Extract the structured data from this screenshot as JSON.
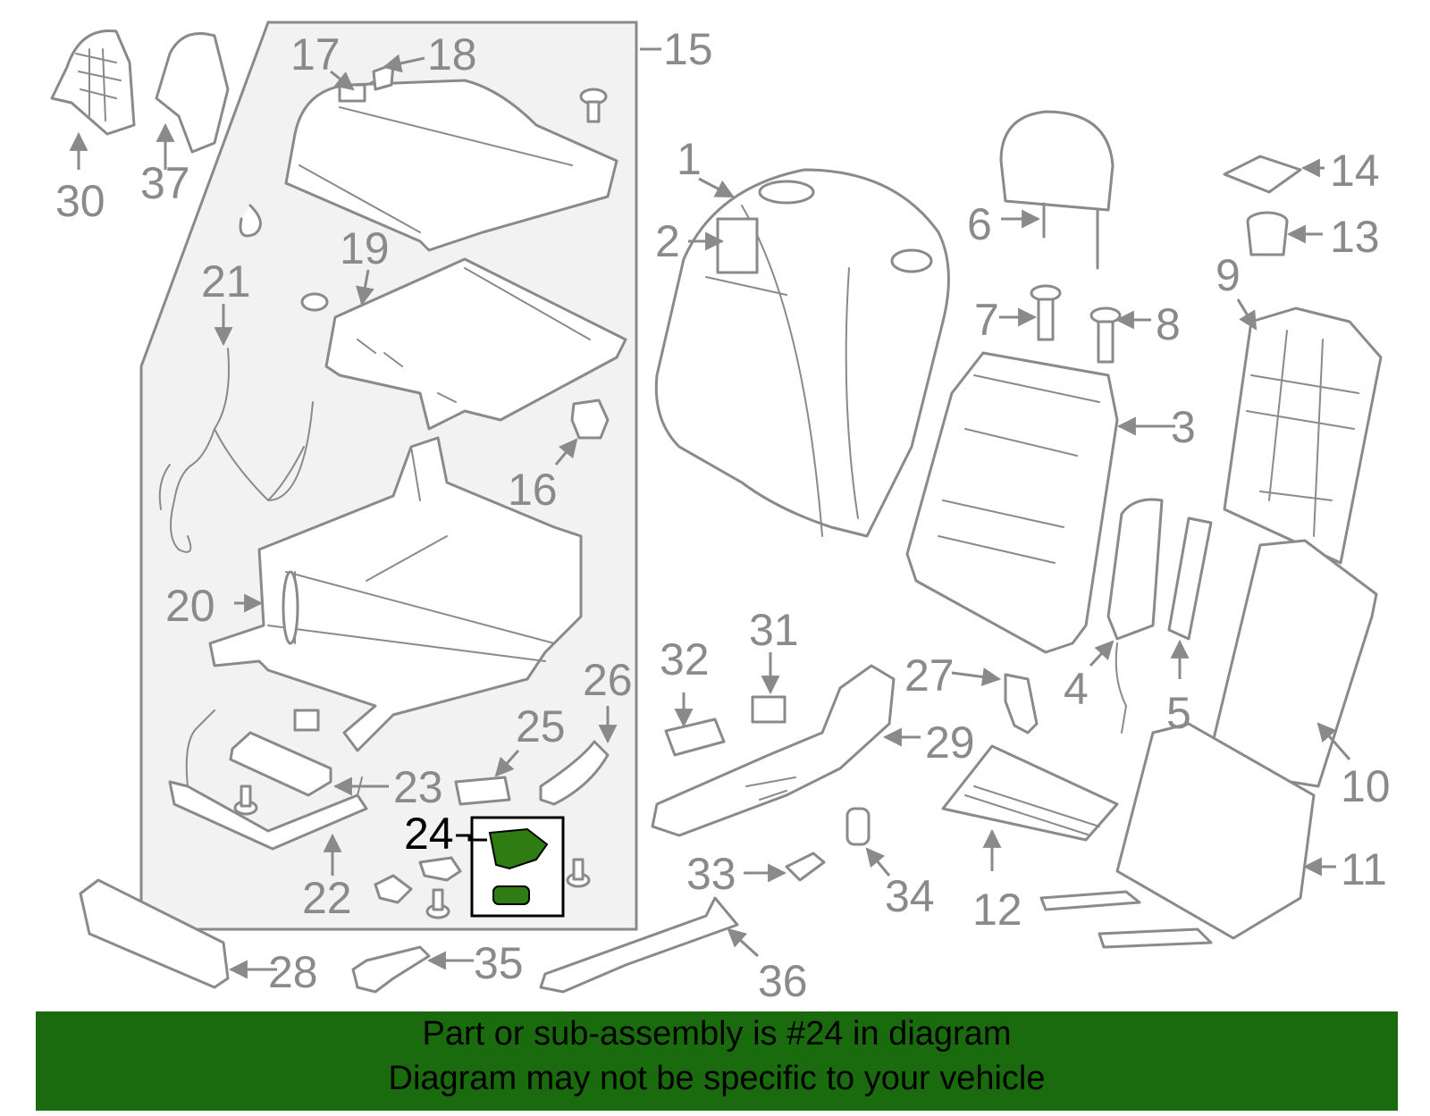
{
  "diagram": {
    "highlighted_part": "24",
    "highlight_color": "#2f7d12",
    "labels": {
      "p1": "1",
      "p2": "2",
      "p3": "3",
      "p4": "4",
      "p5": "5",
      "p6": "6",
      "p7": "7",
      "p8": "8",
      "p9": "9",
      "p10": "10",
      "p11": "11",
      "p12": "12",
      "p13": "13",
      "p14": "14",
      "p15": "15",
      "p16": "16",
      "p17": "17",
      "p18": "18",
      "p19": "19",
      "p20": "20",
      "p21": "21",
      "p22": "22",
      "p23": "23",
      "p24": "24",
      "p25": "25",
      "p26": "26",
      "p27": "27",
      "p28": "28",
      "p29": "29",
      "p30": "30",
      "p31": "31",
      "p32": "32",
      "p33": "33",
      "p34": "34",
      "p35": "35",
      "p36": "36",
      "p37": "37"
    }
  },
  "banner": {
    "line1": "Part or sub-assembly is #24 in diagram",
    "line2": "Diagram may not be specific to your vehicle",
    "background": "#1a6b0d"
  }
}
